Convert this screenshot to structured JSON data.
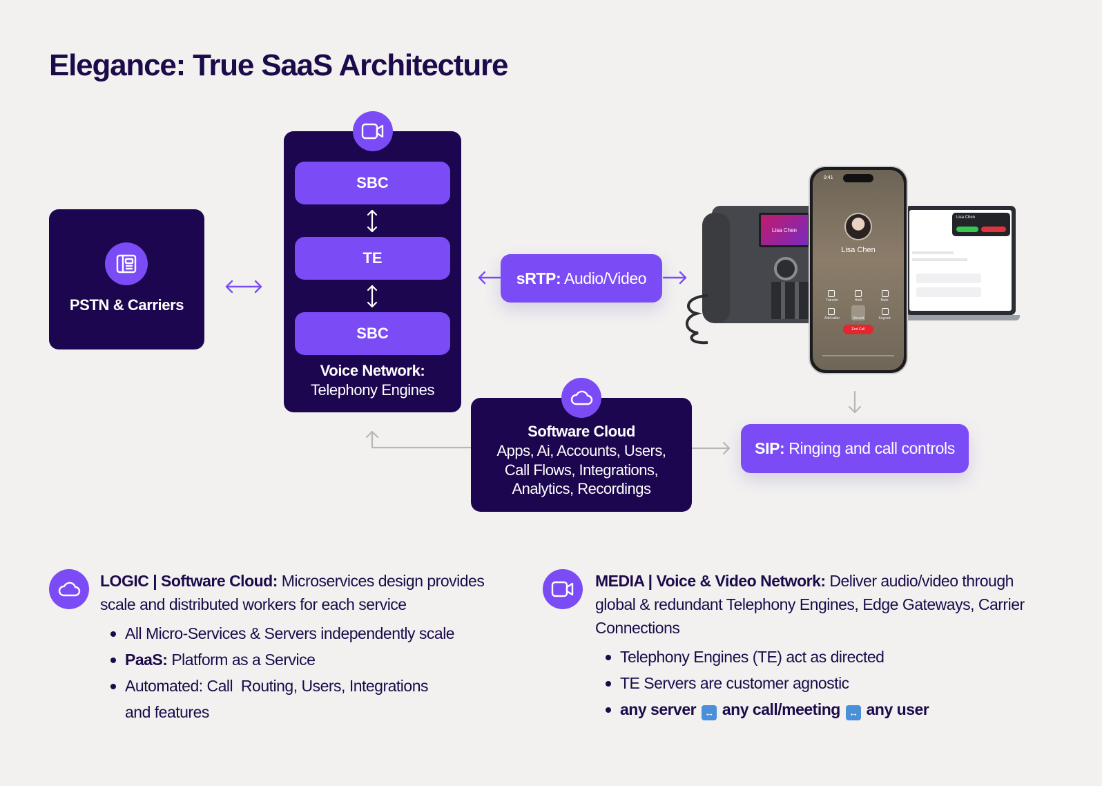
{
  "title": "Elegance: True SaaS Architecture",
  "pstn": {
    "label": "PSTN & Carriers",
    "icon": "phonebook-icon"
  },
  "voice_network": {
    "icon": "video-camera-icon",
    "blocks": [
      "SBC",
      "TE",
      "SBC"
    ],
    "label_bold": "Voice Network:",
    "label_regular": "Telephony Engines"
  },
  "srtp": {
    "bold": "sRTP:",
    "regular": " Audio/Video"
  },
  "software_cloud": {
    "icon": "cloud-icon",
    "title": "Software Cloud",
    "lines": [
      "Apps, Ai, Accounts, Users,",
      "Call Flows, Integrations,",
      "Analytics, Recordings"
    ]
  },
  "sip": {
    "bold": "SIP:",
    "regular": " Ringing and call controls"
  },
  "devices": {
    "phone_caller": "Lisa Chen",
    "phone_time": "9:41",
    "desk_caller": "Lisa Chen",
    "laptop_caller": "Lisa Chen",
    "controls": [
      "Transfer",
      "Hold",
      "Mute",
      "Add caller",
      "Record",
      "Keypad"
    ],
    "end_call": "End Call"
  },
  "logic": {
    "bold": "LOGIC | Software Cloud:",
    "text": " Microservices design provides scale and distributed workers for each service",
    "bullets": [
      {
        "bold": "",
        "text": "All Micro-Services & Servers independently scale"
      },
      {
        "bold": "PaaS:",
        "text": " Platform as a Service"
      },
      {
        "bold": "",
        "text": "Automated: Call  Routing, Users, Integrations and features"
      }
    ]
  },
  "media": {
    "bold": "MEDIA | Voice & Video Network:",
    "text": " Deliver audio/video through global & redundant Telephony Engines, Edge Gateways, Carrier Connections",
    "bullets": [
      "Telephony Engines (TE) act as directed",
      "TE Servers are customer agnostic"
    ],
    "last_bullet": [
      "any server",
      "any call/meeting",
      "any user"
    ]
  },
  "colors": {
    "navy": "#1c064f",
    "purple": "#7b4cf6",
    "background": "#f2f1f0",
    "text": "#1c0a4a"
  }
}
